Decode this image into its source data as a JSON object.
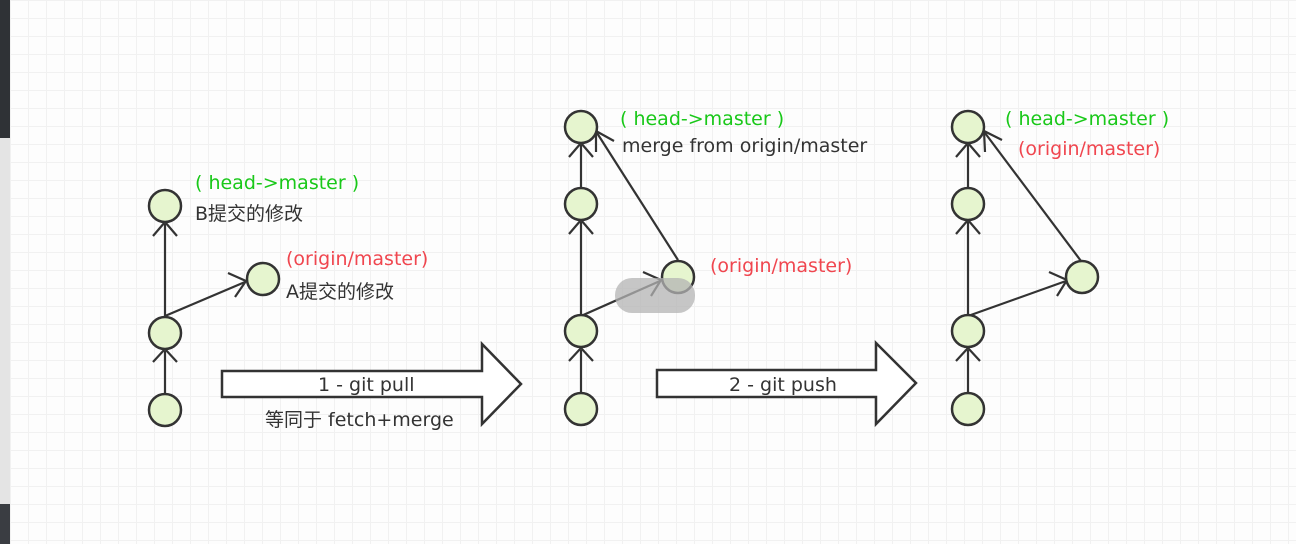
{
  "diagram": {
    "stage1": {
      "head_label": "( head->master )",
      "head_note": "B提交的修改",
      "origin_label": "(origin/master)",
      "origin_note": "A提交的修改"
    },
    "step1": {
      "label": "1 - git pull",
      "note": "等同于 fetch+merge"
    },
    "stage2": {
      "head_label": "( head->master )",
      "head_note": "merge from origin/master",
      "origin_label": "(origin/master)"
    },
    "step2": {
      "label": "2 - git push"
    },
    "stage3": {
      "head_label": "( head->master )",
      "origin_label": "(origin/master)"
    }
  },
  "colors": {
    "head_label": "#19c819",
    "origin_label": "#f0464f",
    "commit_fill": "#e6f5cf",
    "stroke": "#333333"
  }
}
